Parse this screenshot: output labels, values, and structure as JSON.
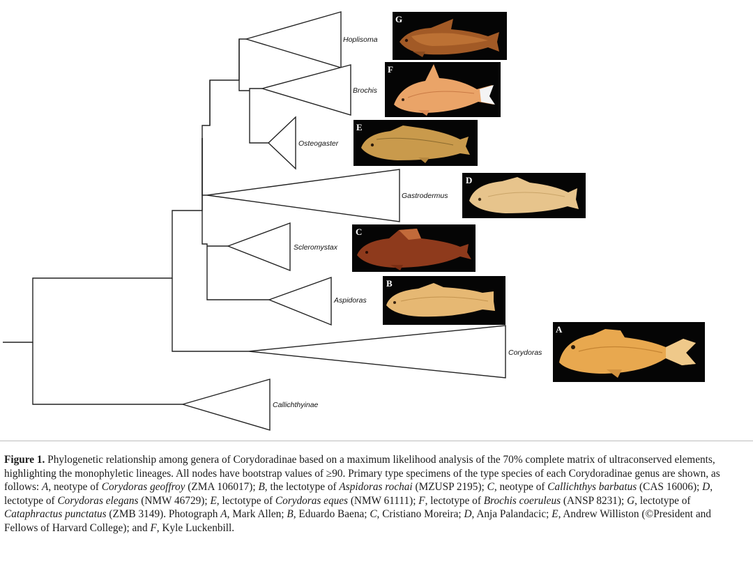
{
  "figure": {
    "genera": [
      {
        "id": "hoplisoma",
        "name": "Hoplisoma",
        "plate": "G"
      },
      {
        "id": "brochis",
        "name": "Brochis",
        "plate": "F"
      },
      {
        "id": "osteogaster",
        "name": "Osteogaster",
        "plate": "E"
      },
      {
        "id": "gastrodermus",
        "name": "Gastrodermus",
        "plate": "D"
      },
      {
        "id": "scleromystax",
        "name": "Scleromystax",
        "plate": "C"
      },
      {
        "id": "aspidoras",
        "name": "Aspidoras",
        "plate": "B"
      },
      {
        "id": "corydoras",
        "name": "Corydoras",
        "plate": "A"
      },
      {
        "id": "callichthyinae",
        "name": "Callichthyinae",
        "plate": ""
      }
    ]
  },
  "caption": {
    "label": "Figure 1.",
    "segments": [
      {
        "t": " Phylogenetic relationship among genera of Corydoradinae based on a maximum likelihood analysis of the 70% complete matrix of ultraconserved elements, highlighting the monophyletic lineages. All nodes have bootstrap values of ≥90. Primary type specimens of the type species of each Corydoradinae genus are shown, as follows: ",
        "i": false
      },
      {
        "t": "A",
        "i": true
      },
      {
        "t": ", neotype of ",
        "i": false
      },
      {
        "t": "Corydoras geoffroy",
        "i": true
      },
      {
        "t": " (ZMA 106017); ",
        "i": false
      },
      {
        "t": "B",
        "i": true
      },
      {
        "t": ", the lectotype of ",
        "i": false
      },
      {
        "t": "Aspidoras rochai",
        "i": true
      },
      {
        "t": " (MZUSP 2195); ",
        "i": false
      },
      {
        "t": "C",
        "i": true
      },
      {
        "t": ", neotype of ",
        "i": false
      },
      {
        "t": "Callichthys barbatus",
        "i": true
      },
      {
        "t": " (CAS 16006); ",
        "i": false
      },
      {
        "t": "D",
        "i": true
      },
      {
        "t": ", lectotype of ",
        "i": false
      },
      {
        "t": "Corydoras elegans",
        "i": true
      },
      {
        "t": " (NMW 46729); ",
        "i": false
      },
      {
        "t": "E",
        "i": true
      },
      {
        "t": ", lectotype of ",
        "i": false
      },
      {
        "t": "Corydoras eques",
        "i": true
      },
      {
        "t": " (NMW 61111); ",
        "i": false
      },
      {
        "t": "F",
        "i": true
      },
      {
        "t": ", lectotype of ",
        "i": false
      },
      {
        "t": "Brochis coeruleus",
        "i": true
      },
      {
        "t": " (ANSP 8231); ",
        "i": false
      },
      {
        "t": "G",
        "i": true
      },
      {
        "t": ", lectotype of ",
        "i": false
      },
      {
        "t": "Cataphractus punctatus",
        "i": true
      },
      {
        "t": " (ZMB 3149). Photograph ",
        "i": false
      },
      {
        "t": "A",
        "i": true
      },
      {
        "t": ", Mark Allen; ",
        "i": false
      },
      {
        "t": "B",
        "i": true
      },
      {
        "t": ", Eduardo Baena; ",
        "i": false
      },
      {
        "t": "C",
        "i": true
      },
      {
        "t": ", Cristiano Moreira; ",
        "i": false
      },
      {
        "t": "D",
        "i": true
      },
      {
        "t": ", Anja Palandacic; ",
        "i": false
      },
      {
        "t": "E",
        "i": true
      },
      {
        "t": ", Andrew Williston (©President and Fellows of Harvard College); and ",
        "i": false
      },
      {
        "t": "F",
        "i": true
      },
      {
        "t": ", Kyle Luckenbill.",
        "i": false
      }
    ]
  },
  "colors": {
    "branch": "#222222",
    "plate_bg": "#050505",
    "fish_orange": "#e8a84f",
    "fish_brown": "#a25a26",
    "fish_tan": "#e7c48c"
  }
}
